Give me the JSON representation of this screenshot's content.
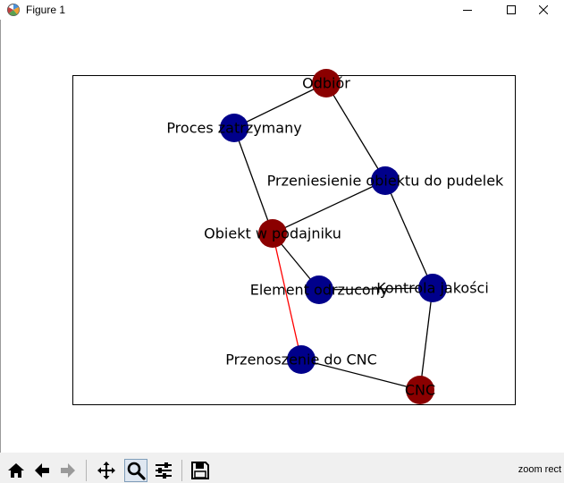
{
  "window": {
    "title": "Figure 1",
    "controls": [
      "minimize",
      "maximize",
      "close"
    ]
  },
  "graph": {
    "nodes": [
      {
        "id": "odbior",
        "label": "Odbiór",
        "color": "#8b0000"
      },
      {
        "id": "proces",
        "label": "Proces zatrzymany",
        "color": "#00008b"
      },
      {
        "id": "przeniesienie",
        "label": "Przeniesienie obiektu do pudelek",
        "color": "#00008b"
      },
      {
        "id": "obiekt",
        "label": "Obiekt w podajniku",
        "color": "#8b0000"
      },
      {
        "id": "element",
        "label": "Element odrzucony",
        "color": "#00008b"
      },
      {
        "id": "kontrola",
        "label": "Kontrola jakości",
        "color": "#00008b"
      },
      {
        "id": "przenoszenie",
        "label": "Przenoszenie do CNC",
        "color": "#00008b"
      },
      {
        "id": "cnc",
        "label": "CNC",
        "color": "#8b0000"
      }
    ],
    "edges": [
      {
        "from": "odbior",
        "to": "proces",
        "color": "#000000"
      },
      {
        "from": "odbior",
        "to": "przeniesienie",
        "color": "#000000"
      },
      {
        "from": "proces",
        "to": "obiekt",
        "color": "#000000"
      },
      {
        "from": "przeniesienie",
        "to": "obiekt",
        "color": "#000000"
      },
      {
        "from": "przeniesienie",
        "to": "kontrola",
        "color": "#000000"
      },
      {
        "from": "obiekt",
        "to": "element",
        "color": "#000000"
      },
      {
        "from": "obiekt",
        "to": "przenoszenie",
        "color": "#ff0000"
      },
      {
        "from": "element",
        "to": "kontrola",
        "color": "#000000"
      },
      {
        "from": "kontrola",
        "to": "cnc",
        "color": "#000000"
      },
      {
        "from": "przenoszenie",
        "to": "cnc",
        "color": "#000000"
      }
    ]
  },
  "toolbar": {
    "buttons": [
      {
        "id": "home",
        "icon": "home-icon"
      },
      {
        "id": "back",
        "icon": "arrow-left-icon"
      },
      {
        "id": "forward",
        "icon": "arrow-right-icon"
      },
      {
        "id": "pan",
        "icon": "move-icon"
      },
      {
        "id": "zoom",
        "icon": "zoom-icon",
        "active": true
      },
      {
        "id": "subplots",
        "icon": "sliders-icon"
      },
      {
        "id": "save",
        "icon": "save-icon"
      }
    ],
    "status": "zoom rect"
  }
}
